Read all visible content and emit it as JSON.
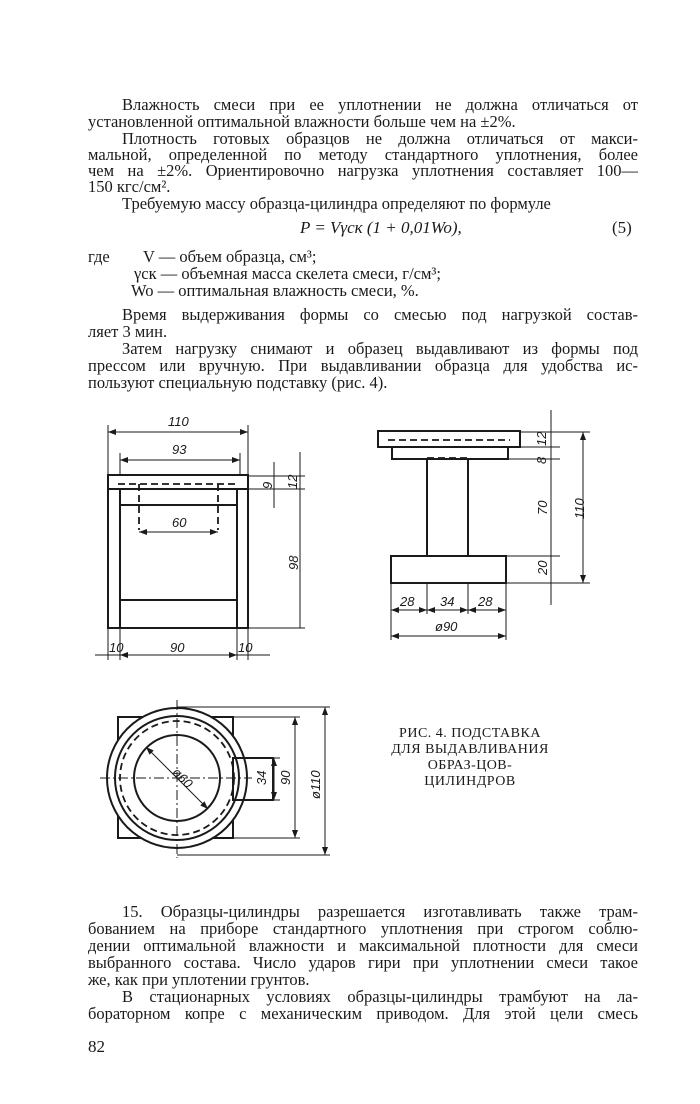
{
  "paragraph1": [
    "Влажность смеси при ее уплотнении не должна отличаться от",
    "установленной оптимальной влажности больше чем на ±2%."
  ],
  "paragraph2": [
    "Плотность готовых образцов не должна отличаться от макси-",
    "мальной, определенной по методу стандартного уплотнения, более",
    "чем на ±2%. Ориентировочно нагрузка уплотнения составляет 100—",
    "150 кгс/см²."
  ],
  "paragraph3": [
    "Требуемую массу образца-цилиндра определяют по формуле"
  ],
  "formula": {
    "text": "P = Vγск (1 + 0,01Wo),",
    "number": "(5)"
  },
  "where": {
    "label": "где",
    "items": [
      "V — объем образца, см³;",
      "γск — объемная масса скелета смеси, г/см³;",
      "Wo — оптимальная влажность смеси, %."
    ]
  },
  "paragraph4": [
    "Время выдерживания формы со смесью под нагрузкой состав-",
    "ляет 3 мин."
  ],
  "paragraph5": [
    "Затем нагрузку снимают и образец выдавливают из формы под",
    "прессом или вручную. При выдавливании образца для удобства ис-",
    "пользуют специальную подставку (рис. 4)."
  ],
  "figure": {
    "caption": "РИС. 4. ПОДСТАВКА ДЛЯ ВЫДАВЛИВАНИЯ ОБРАЗ-ЦОВ-ЦИЛИНДРОВ",
    "left_view": {
      "d110": "110",
      "d93": "93",
      "d60": "60",
      "d9": "9",
      "d12": "12",
      "d98": "98",
      "d10a": "10",
      "d90": "90",
      "d10b": "10"
    },
    "right_view": {
      "d8": "8",
      "d12": "12",
      "d70": "70",
      "d110": "110",
      "d20": "20",
      "d28a": "28",
      "d34": "34",
      "d28b": "28",
      "d90": "ø90"
    },
    "plan_view": {
      "d60": "ø60",
      "d34": "34",
      "d90": "90",
      "d110": "ø110"
    }
  },
  "paragraph6": [
    "15. Образцы-цилиндры разрешается изготавливать также трам-",
    "бованием на приборе стандартного уплотнения при строгом соблю-",
    "дении оптимальной влажности и максимальной плотности для смеси",
    "выбранного состава. Число ударов гири при уплотнении смеси такое",
    "же, как при уплотении грунтов."
  ],
  "paragraph7": [
    "В стационарных условиях образцы-цилиндры трамбуют на ла-",
    "бораторном копре с механическим приводом. Для этой цели смесь"
  ],
  "page_number": "82"
}
